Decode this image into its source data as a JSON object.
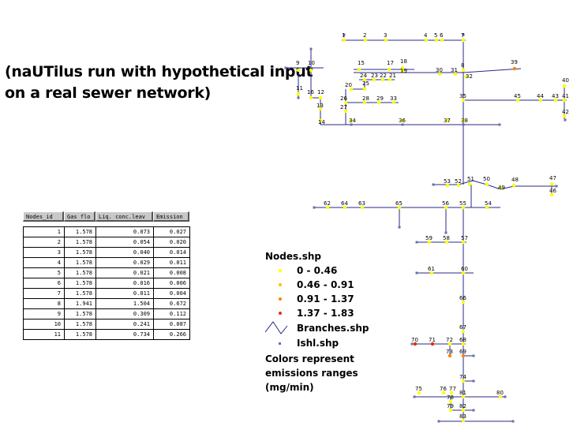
{
  "caption": {
    "line1": "(naUTilus run with hypothetical input",
    "line2": "on a real sewer network)"
  },
  "table": {
    "headers": [
      "Nodes_id",
      "Gas flo",
      "Liq. conc.leav",
      "Emission"
    ],
    "rows": [
      [
        "1",
        "1.578",
        "0.073",
        "0.027"
      ],
      [
        "2",
        "1.578",
        "0.054",
        "0.020"
      ],
      [
        "3",
        "1.578",
        "0.040",
        "0.014"
      ],
      [
        "4",
        "1.578",
        "0.029",
        "0.011"
      ],
      [
        "5",
        "1.578",
        "0.021",
        "0.008"
      ],
      [
        "6",
        "1.578",
        "0.016",
        "0.006"
      ],
      [
        "7",
        "1.578",
        "0.011",
        "0.004"
      ],
      [
        "8",
        "1.941",
        "1.504",
        "0.672"
      ],
      [
        "9",
        "1.578",
        "0.309",
        "0.112"
      ],
      [
        "10",
        "1.578",
        "0.241",
        "0.087"
      ],
      [
        "11",
        "1.578",
        "0.734",
        "0.266"
      ]
    ]
  },
  "legend": {
    "title": "Nodes.shp",
    "classes": [
      {
        "label": "0 - 0.46",
        "color": "#ffff00"
      },
      {
        "label": "0.46 - 0.91",
        "color": "#ffc000"
      },
      {
        "label": "0.91 - 1.37",
        "color": "#ff8000"
      },
      {
        "label": "1.37 - 1.83",
        "color": "#e03000"
      }
    ],
    "branches": "Branches.shp",
    "ishl": "Ishl.shp",
    "note": "Colors represent emissions ranges (mg/min)"
  },
  "colors": {
    "branch": "#2a2a8a",
    "ishl": "#6d6dab"
  },
  "nodes": [
    {
      "id": "1",
      "cls": 0
    },
    {
      "id": "2",
      "cls": 0
    },
    {
      "id": "3",
      "cls": 0
    },
    {
      "id": "4",
      "cls": 0
    },
    {
      "id": "5",
      "cls": 0
    },
    {
      "id": "6",
      "cls": 0
    },
    {
      "id": "7",
      "cls": 0
    },
    {
      "id": "8",
      "cls": 0
    },
    {
      "id": "9",
      "cls": 0
    },
    {
      "id": "10",
      "cls": 0
    },
    {
      "id": "11",
      "cls": 0
    },
    {
      "id": "12",
      "cls": 0
    },
    {
      "id": "13",
      "cls": 0
    },
    {
      "id": "14",
      "cls": 0
    },
    {
      "id": "15",
      "cls": 0
    },
    {
      "id": "16",
      "cls": 0
    },
    {
      "id": "17",
      "cls": 0
    },
    {
      "id": "18",
      "cls": 0
    },
    {
      "id": "19",
      "cls": 0
    },
    {
      "id": "20",
      "cls": 0
    },
    {
      "id": "21",
      "cls": 0
    },
    {
      "id": "22",
      "cls": 0
    },
    {
      "id": "23",
      "cls": 0
    },
    {
      "id": "24",
      "cls": 0
    },
    {
      "id": "25",
      "cls": 0
    },
    {
      "id": "26",
      "cls": 0
    },
    {
      "id": "27",
      "cls": 0
    },
    {
      "id": "28",
      "cls": 0
    },
    {
      "id": "29",
      "cls": 0
    },
    {
      "id": "30",
      "cls": 0
    },
    {
      "id": "31",
      "cls": 0
    },
    {
      "id": "32",
      "cls": 0
    },
    {
      "id": "33",
      "cls": 0
    },
    {
      "id": "34",
      "cls": 0
    },
    {
      "id": "35",
      "cls": 0
    },
    {
      "id": "36",
      "cls": 0
    },
    {
      "id": "37",
      "cls": 0
    },
    {
      "id": "38",
      "cls": 0
    },
    {
      "id": "39",
      "cls": 2
    },
    {
      "id": "40",
      "cls": 0
    },
    {
      "id": "41",
      "cls": 0
    },
    {
      "id": "42",
      "cls": 0
    },
    {
      "id": "43",
      "cls": 0
    },
    {
      "id": "44",
      "cls": 0
    },
    {
      "id": "45",
      "cls": 0
    },
    {
      "id": "46",
      "cls": 0
    },
    {
      "id": "47",
      "cls": 0
    },
    {
      "id": "48",
      "cls": 0
    },
    {
      "id": "49",
      "cls": 0
    },
    {
      "id": "50",
      "cls": 0
    },
    {
      "id": "51",
      "cls": 0
    },
    {
      "id": "52",
      "cls": 0
    },
    {
      "id": "53",
      "cls": 0
    },
    {
      "id": "54",
      "cls": 0
    },
    {
      "id": "55",
      "cls": 0
    },
    {
      "id": "56",
      "cls": 0
    },
    {
      "id": "57",
      "cls": 0
    },
    {
      "id": "58",
      "cls": 0
    },
    {
      "id": "59",
      "cls": 0
    },
    {
      "id": "60",
      "cls": 0
    },
    {
      "id": "61",
      "cls": 0
    },
    {
      "id": "62",
      "cls": 0
    },
    {
      "id": "63",
      "cls": 0
    },
    {
      "id": "64",
      "cls": 0
    },
    {
      "id": "65",
      "cls": 0
    },
    {
      "id": "66",
      "cls": 0
    },
    {
      "id": "67",
      "cls": 0
    },
    {
      "id": "68",
      "cls": 0
    },
    {
      "id": "69",
      "cls": 2
    },
    {
      "id": "70",
      "cls": 3
    },
    {
      "id": "71",
      "cls": 3
    },
    {
      "id": "72",
      "cls": 0
    },
    {
      "id": "73",
      "cls": 2
    },
    {
      "id": "74",
      "cls": 0
    },
    {
      "id": "75",
      "cls": 0
    },
    {
      "id": "76",
      "cls": 0
    },
    {
      "id": "77",
      "cls": 0
    },
    {
      "id": "78",
      "cls": 0
    },
    {
      "id": "79",
      "cls": 0
    },
    {
      "id": "80",
      "cls": 0
    },
    {
      "id": "81",
      "cls": 0
    },
    {
      "id": "82",
      "cls": 0
    },
    {
      "id": "83",
      "cls": 0
    }
  ]
}
